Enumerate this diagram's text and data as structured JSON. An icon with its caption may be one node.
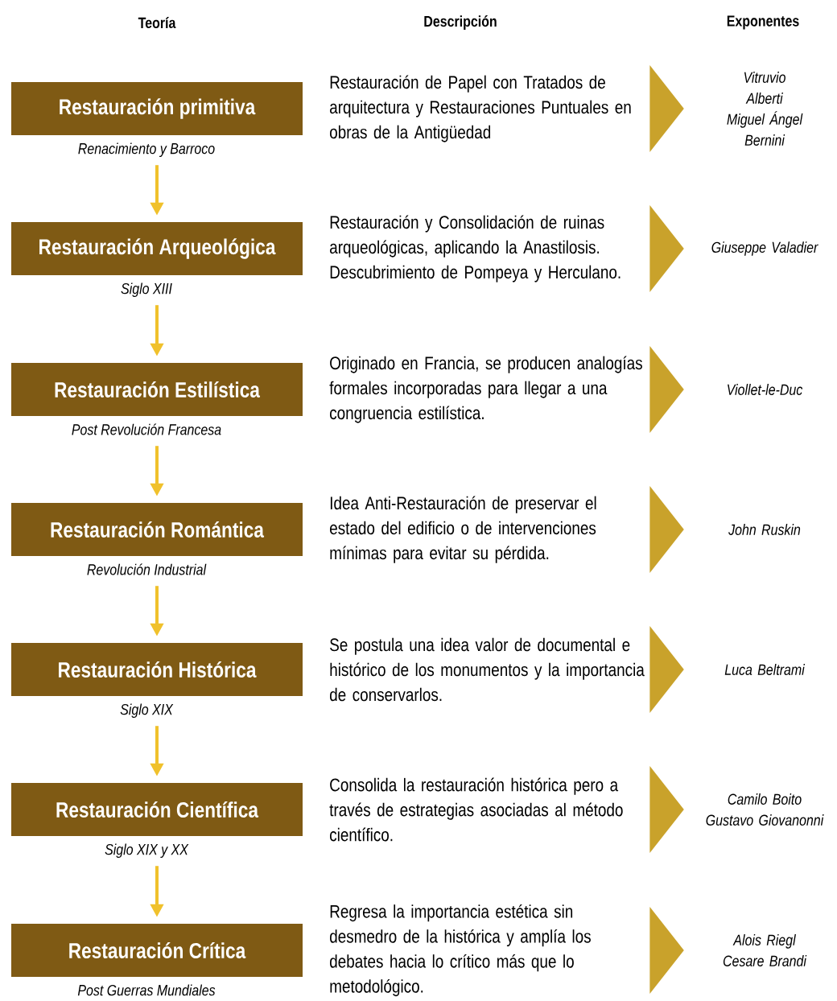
{
  "diagram": {
    "nodes": [
      {
        "text": [
          "Restauración primitiva"
        ],
        "beside": [
          "Renacimiento y Barroco"
        ]
      },
      {
        "text": [
          "Restauración Arqueológica"
        ],
        "beside": [
          "Siglo XIII"
        ]
      },
      {
        "text": [
          "Restauración Estilística"
        ],
        "beside": [
          "Post Revolución Francesa"
        ]
      },
      {
        "text": [
          "Restauración Romántica"
        ],
        "beside": [
          "Revolución Industrial"
        ]
      },
      {
        "text": [
          "Restauración Histórica"
        ],
        "beside": [
          "Siglo XIX"
        ]
      },
      {
        "text": [
          "Restauración Científica"
        ],
        "beside": [
          "Siglo XIX y XX"
        ]
      },
      {
        "text": [
          "Restauración Crítica"
        ],
        "beside": [
          "Post Guerras Mundiales"
        ]
      },
      {
        "text": [
          "Restauración de Papel con Tratados de arquitectura y Restauraciones Puntuales en obras de la Antigüedad"
        ]
      },
      {
        "text": [
          "Restauración y Consolidación de ruinas arqueológicas, aplicando la Anastilosis. Descubrimiento de Pompeya y Herculano."
        ]
      },
      {
        "text": [
          "Originado en Francia, se producen analogías formales incorporadas para llegar a una congruencia estilística."
        ]
      },
      {
        "text": [
          "Idea Anti-Restauración de preservar el estado del edificio o de intervenciones mínimas para evitar su pérdida."
        ]
      },
      {
        "text": [
          "Se postula una idea valor de documental e histórico de los monumentos y la importancia de conservarlos."
        ]
      },
      {
        "text": [
          "Consolida la restauración histórica pero a través de estrategias asociadas al método científico."
        ]
      },
      {
        "text": [
          "Regresa la importancia estética sin desmedro de la histórica y amplía los debates hacia lo crítico más que lo metodológico."
        ]
      },
      {
        "text": [
          "Vitruvio",
          "Alberti",
          "Miguel Ángel",
          "Bernini"
        ]
      },
      {
        "text": [
          "Giuseppe Valadier"
        ]
      },
      {
        "text": [
          "Viollet-le-Duc"
        ]
      },
      {
        "text": [
          "John Ruskin"
        ]
      },
      {
        "text": [
          "Luca Beltrami"
        ]
      },
      {
        "text": [
          "Camilo Boito",
          "Gustavo Giovanonni"
        ]
      },
      {
        "text": [
          "Alois Riegl",
          "Cesare Brandi"
        ]
      }
    ],
    "edges": [
      {
        "from": 0,
        "to": 1,
        "arrow": "to",
        "color": "#f0c12c"
      },
      {
        "from": 1,
        "to": 2,
        "arrow": "to",
        "color": "#f0c12c"
      },
      {
        "from": 2,
        "to": 3,
        "arrow": "to",
        "color": "#f0c12c"
      },
      {
        "from": 3,
        "to": 4,
        "arrow": "to",
        "color": "#f0c12c"
      },
      {
        "from": 4,
        "to": 5,
        "arrow": "to",
        "color": "#f0c12c"
      },
      {
        "from": 5,
        "to": 6,
        "arrow": "to",
        "color": "#f0c12c"
      },
      {
        "from": 7,
        "to": 14,
        "arrow": "to",
        "style": "thick"
      },
      {
        "from": 8,
        "to": 15,
        "arrow": "to",
        "style": "thick"
      },
      {
        "from": 9,
        "to": 16,
        "arrow": "to",
        "style": "thick"
      },
      {
        "from": 10,
        "to": 17,
        "arrow": "to",
        "style": "thick"
      },
      {
        "from": 11,
        "to": 18,
        "arrow": "to",
        "style": "thick"
      },
      {
        "from": 12,
        "to": 19,
        "arrow": "to",
        "style": "thick"
      },
      {
        "from": 13,
        "to": 20,
        "arrow": "to",
        "style": "thick"
      }
    ],
    "labels": [
      "Teoría",
      "Descripción",
      "Exponentes"
    ]
  }
}
